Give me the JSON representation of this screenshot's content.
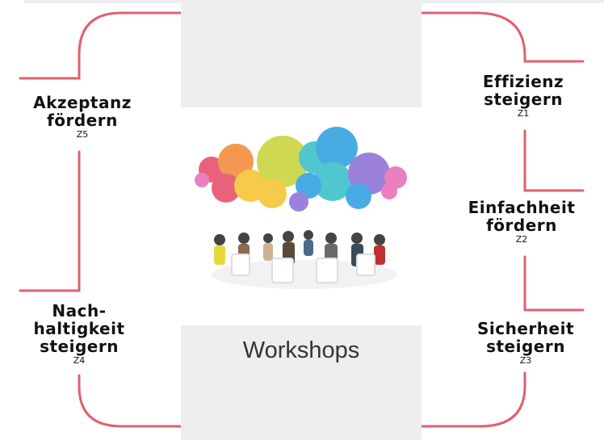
{
  "center": {
    "label": "Workshops",
    "image": "workshop-illustration"
  },
  "goals": {
    "z1": {
      "line1": "Effizienz",
      "line2": "steigern",
      "code": "Z1"
    },
    "z2": {
      "line1": "Einfachheit",
      "line2": "fördern",
      "code": "Z2"
    },
    "z3": {
      "line1": "Sicherheit",
      "line2": "steigern",
      "code": "Z3"
    },
    "z4": {
      "line1": "Nach-",
      "line2": "haltigkeit",
      "line3": "steigern",
      "code": "Z4"
    },
    "z5": {
      "line1": "Akzeptanz",
      "line2": "fördern",
      "code": "Z5"
    }
  },
  "colors": {
    "connector": "#e06070",
    "panel": "#eeeeee",
    "bubbles": [
      "#e84c6b",
      "#f28a3a",
      "#f4c430",
      "#c8d43a",
      "#39c0c8",
      "#2fa0e0",
      "#8e6fd8",
      "#e86fb8"
    ]
  }
}
